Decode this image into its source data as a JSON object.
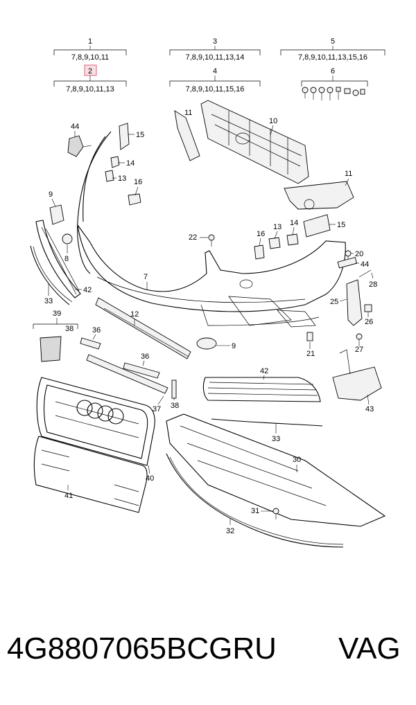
{
  "legend": [
    {
      "num": "1",
      "refs": "7,8,9,10,11"
    },
    {
      "num": "2",
      "refs": "7,8,9,10,11,13",
      "highlighted": true
    },
    {
      "num": "3",
      "refs": "7,8,9,10,11,13,14"
    },
    {
      "num": "4",
      "refs": "7,8,9,10,11,15,16"
    },
    {
      "num": "5",
      "refs": "7,8,9,10,11,13,15,16"
    },
    {
      "num": "6",
      "refs": ""
    }
  ],
  "group_39_refs": "38",
  "callouts": [
    "44",
    "15",
    "14",
    "13",
    "16",
    "9",
    "8",
    "42",
    "33",
    "11",
    "10",
    "11",
    "22",
    "16",
    "13",
    "14",
    "15",
    "20",
    "44",
    "28",
    "7",
    "25",
    "26",
    "12",
    "9",
    "21",
    "27",
    "39",
    "38",
    "36",
    "36",
    "43",
    "42",
    "33",
    "37",
    "38",
    "40",
    "30",
    "41",
    "31",
    "32"
  ],
  "footer": {
    "part_number": "4G8807065BCGRU",
    "brand": "VAG"
  },
  "colors": {
    "highlight_fill": "#f7dfe3",
    "highlight_stroke": "#d66a7e",
    "line": "#000000"
  }
}
